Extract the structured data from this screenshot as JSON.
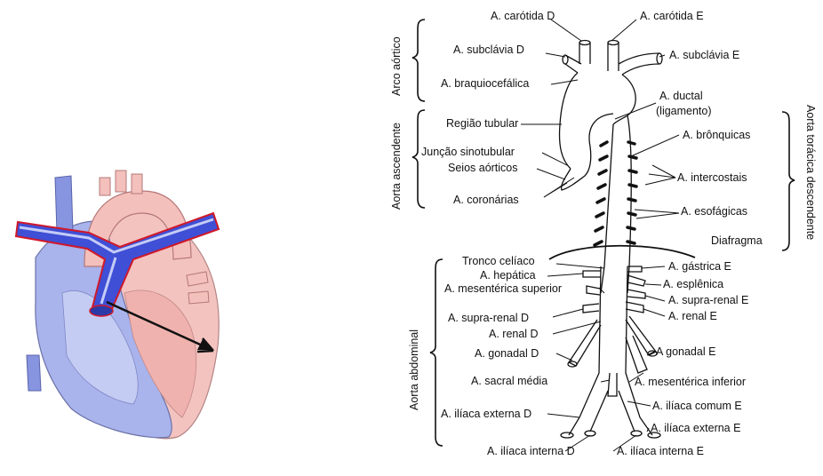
{
  "group_labels": {
    "arch": "Arco aórtico",
    "ascending": "Aorta ascendente",
    "descending_thoracic": "Aorta torácica descendente",
    "abdominal": "Aorta abdominal"
  },
  "labels": {
    "carotid_right": "A. carótida D",
    "carotid_left": "A. carótida E",
    "subclavian_right": "A. subclávia D",
    "subclavian_left": "A. subclávia E",
    "brachiocephalic": "A. braquiocefálica",
    "ductal_line1": "A. ductal",
    "ductal_line2": "(ligamento)",
    "tubular_region": "Região tubular",
    "sinotubular_junction": "Junção sinotubular",
    "aortic_sinuses": "Seios aórticos",
    "coronaries": "A. coronárias",
    "bronchial": "A. brônquicas",
    "intercostal": "A. intercostais",
    "esophageal": "A. esofágicas",
    "diaphragm": "Diafragma",
    "celiac_trunk": "Tronco celíaco",
    "hepatic": "A. hepática",
    "superior_mesenteric": "A. mesentérica superior",
    "left_gastric": "A. gástrica E",
    "splenic": "A. esplênica",
    "suprarenal_left": "A. supra-renal E",
    "renal_left": "A. renal E",
    "suprarenal_right": "A. supra-renal D",
    "renal_right": "A. renal D",
    "gonadal_right": "A. gonadal D",
    "gonadal_left": "A gonadal E",
    "median_sacral": "A. sacral média",
    "inferior_mesenteric": "A. mesentérica inferior",
    "common_iliac_left": "A. ilíaca comum E",
    "external_iliac_right": "A. ilíaca externa D",
    "external_iliac_left": "A. ilíaca externa E",
    "internal_iliac_right": "A. ilíaca interna D",
    "internal_iliac_left": "A. ilíaca interna E"
  }
}
